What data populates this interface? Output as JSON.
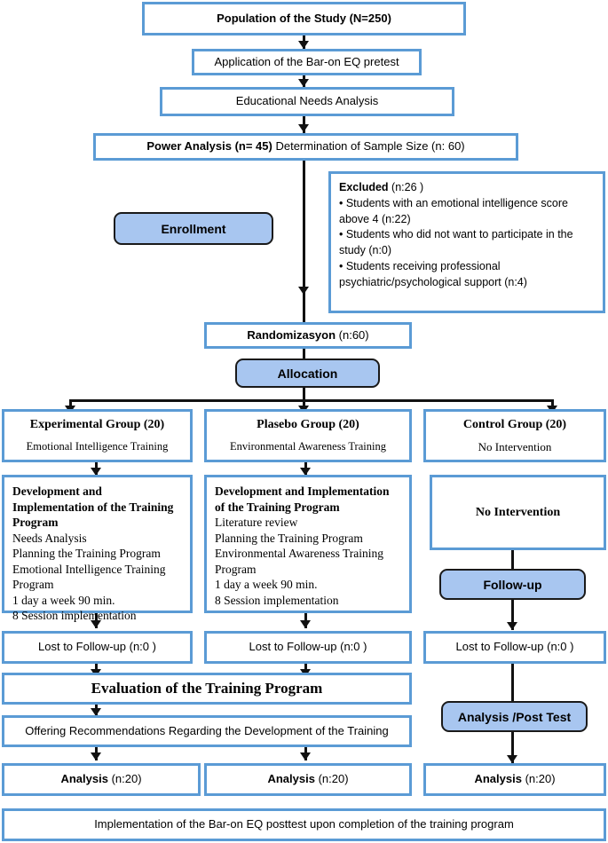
{
  "diagram": {
    "title": "CONSORT-style study flow diagram",
    "colors": {
      "box_border": "#5B9BD5",
      "pill_fill": "#A8C6F0",
      "pill_border": "#1a1a1a",
      "connector": "#111111",
      "background": "#ffffff",
      "text": "#000000"
    }
  },
  "nodes": {
    "population": {
      "bold": "Population of the Study (N=250)"
    },
    "pretest": {
      "text": "Application of the Bar-on EQ pretest"
    },
    "needs_analysis": {
      "text": "Educational Needs Analysis"
    },
    "power_analysis": {
      "bold": "Power Analysis (n= 45)",
      "rest": " Determination of Sample Size (n: 60)"
    },
    "enrollment_pill": {
      "label": "Enrollment"
    },
    "excluded": {
      "heading_bold": "Excluded",
      "heading_rest": " (n:26 )",
      "items": [
        "• Students with an emotional intelligence score above 4 (n:22)",
        "• Students who did not want to participate in the study (n:0)",
        "• Students receiving professional psychiatric/psychological support (n:4)"
      ]
    },
    "randomization": {
      "bold": "Randomizasyon",
      "rest": " (n:60)"
    },
    "allocation_pill": {
      "label": "Allocation"
    },
    "groups": [
      {
        "title": "Experimental Group (20)",
        "subtitle": "Emotional Intelligence Training"
      },
      {
        "title": "Plasebo Group (20)",
        "subtitle": "Environmental Awareness Training"
      },
      {
        "title": "Control Group (20)",
        "subtitle": "No Intervention"
      }
    ],
    "program_experimental": {
      "heading": "Development and Implementation of the Training Program",
      "lines": [
        "Needs Analysis",
        "Planning the Training Program",
        "Emotional Intelligence Training Program",
        "1 day a week 90 min.",
        "8 Session implementation"
      ]
    },
    "program_placebo": {
      "heading": "Development and Implementation of the Training Program",
      "lines": [
        "Literature review",
        "Planning the Training Program",
        "Environmental Awareness Training Program",
        "1 day a week 90 min.",
        "8 Session implementation"
      ]
    },
    "no_intervention": {
      "text": "No Intervention"
    },
    "followup_pill": {
      "label": "Follow-up"
    },
    "lost_followup": [
      {
        "text": "Lost to Follow-up (n:0 )"
      },
      {
        "text": "Lost to Follow-up (n:0 )"
      },
      {
        "text": "Lost to Follow-up (n:0 )"
      }
    ],
    "evaluation": {
      "text": "Evaluation of the Training Program"
    },
    "recommendations": {
      "text": "Offering Recommendations Regarding the Development of the Training"
    },
    "analysis_posttest_pill": {
      "label": "Analysis /Post Test"
    },
    "analysis_boxes": [
      {
        "bold": "Analysis",
        "rest": " (n:20)"
      },
      {
        "bold": "Analysis",
        "rest": " (n:20)"
      },
      {
        "bold": "Analysis",
        "rest": " (n:20)"
      }
    ],
    "posttest_footer": {
      "text": "Implementation of the Bar-on EQ posttest upon completion of the training program"
    }
  }
}
